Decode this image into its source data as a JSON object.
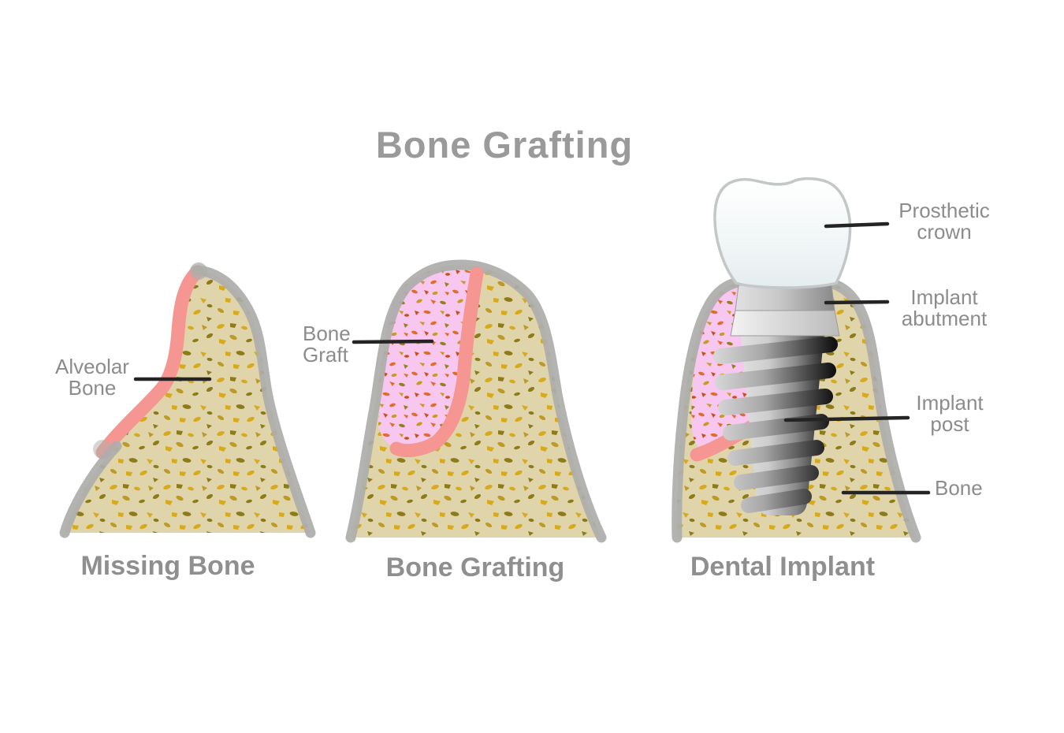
{
  "title": "Bone Grafting",
  "panels": [
    {
      "name": "Missing Bone",
      "caption": "Missing Bone",
      "labels": [
        {
          "text": "Alveolar Bone"
        }
      ]
    },
    {
      "name": "Bone Grafting",
      "caption": "Bone Grafting",
      "labels": [
        {
          "text": "Bone Graft"
        }
      ]
    },
    {
      "name": "Dental Implant",
      "caption": "Dental Implant",
      "labels": [
        {
          "text": "Prosthetic crown"
        },
        {
          "text": "Implant abutment"
        },
        {
          "text": "Implant post"
        },
        {
          "text": "Bone"
        }
      ]
    }
  ],
  "colors": {
    "background": "#ffffff",
    "title-gray": "#9a9a9a",
    "caption-gray": "#8f8f8f",
    "label-gray": "#8c8c8c",
    "leader-black": "#242424",
    "bone-fill": "#e0d4ab",
    "speckle-gold": "#d6aa1b",
    "speckle-olive": "#8d7b1a",
    "speckle-amber": "#bd9a25",
    "graft-pink": "#f8c7f0",
    "graft-orange": "#df6c2a",
    "graft-rust": "#c84e14",
    "graft-gold": "#c59c1e",
    "graft-olive": "#93821a",
    "gum-salmon": "#f59693",
    "outline-gray": "#adadaa",
    "crown-outline": "#c3c7c7"
  }
}
